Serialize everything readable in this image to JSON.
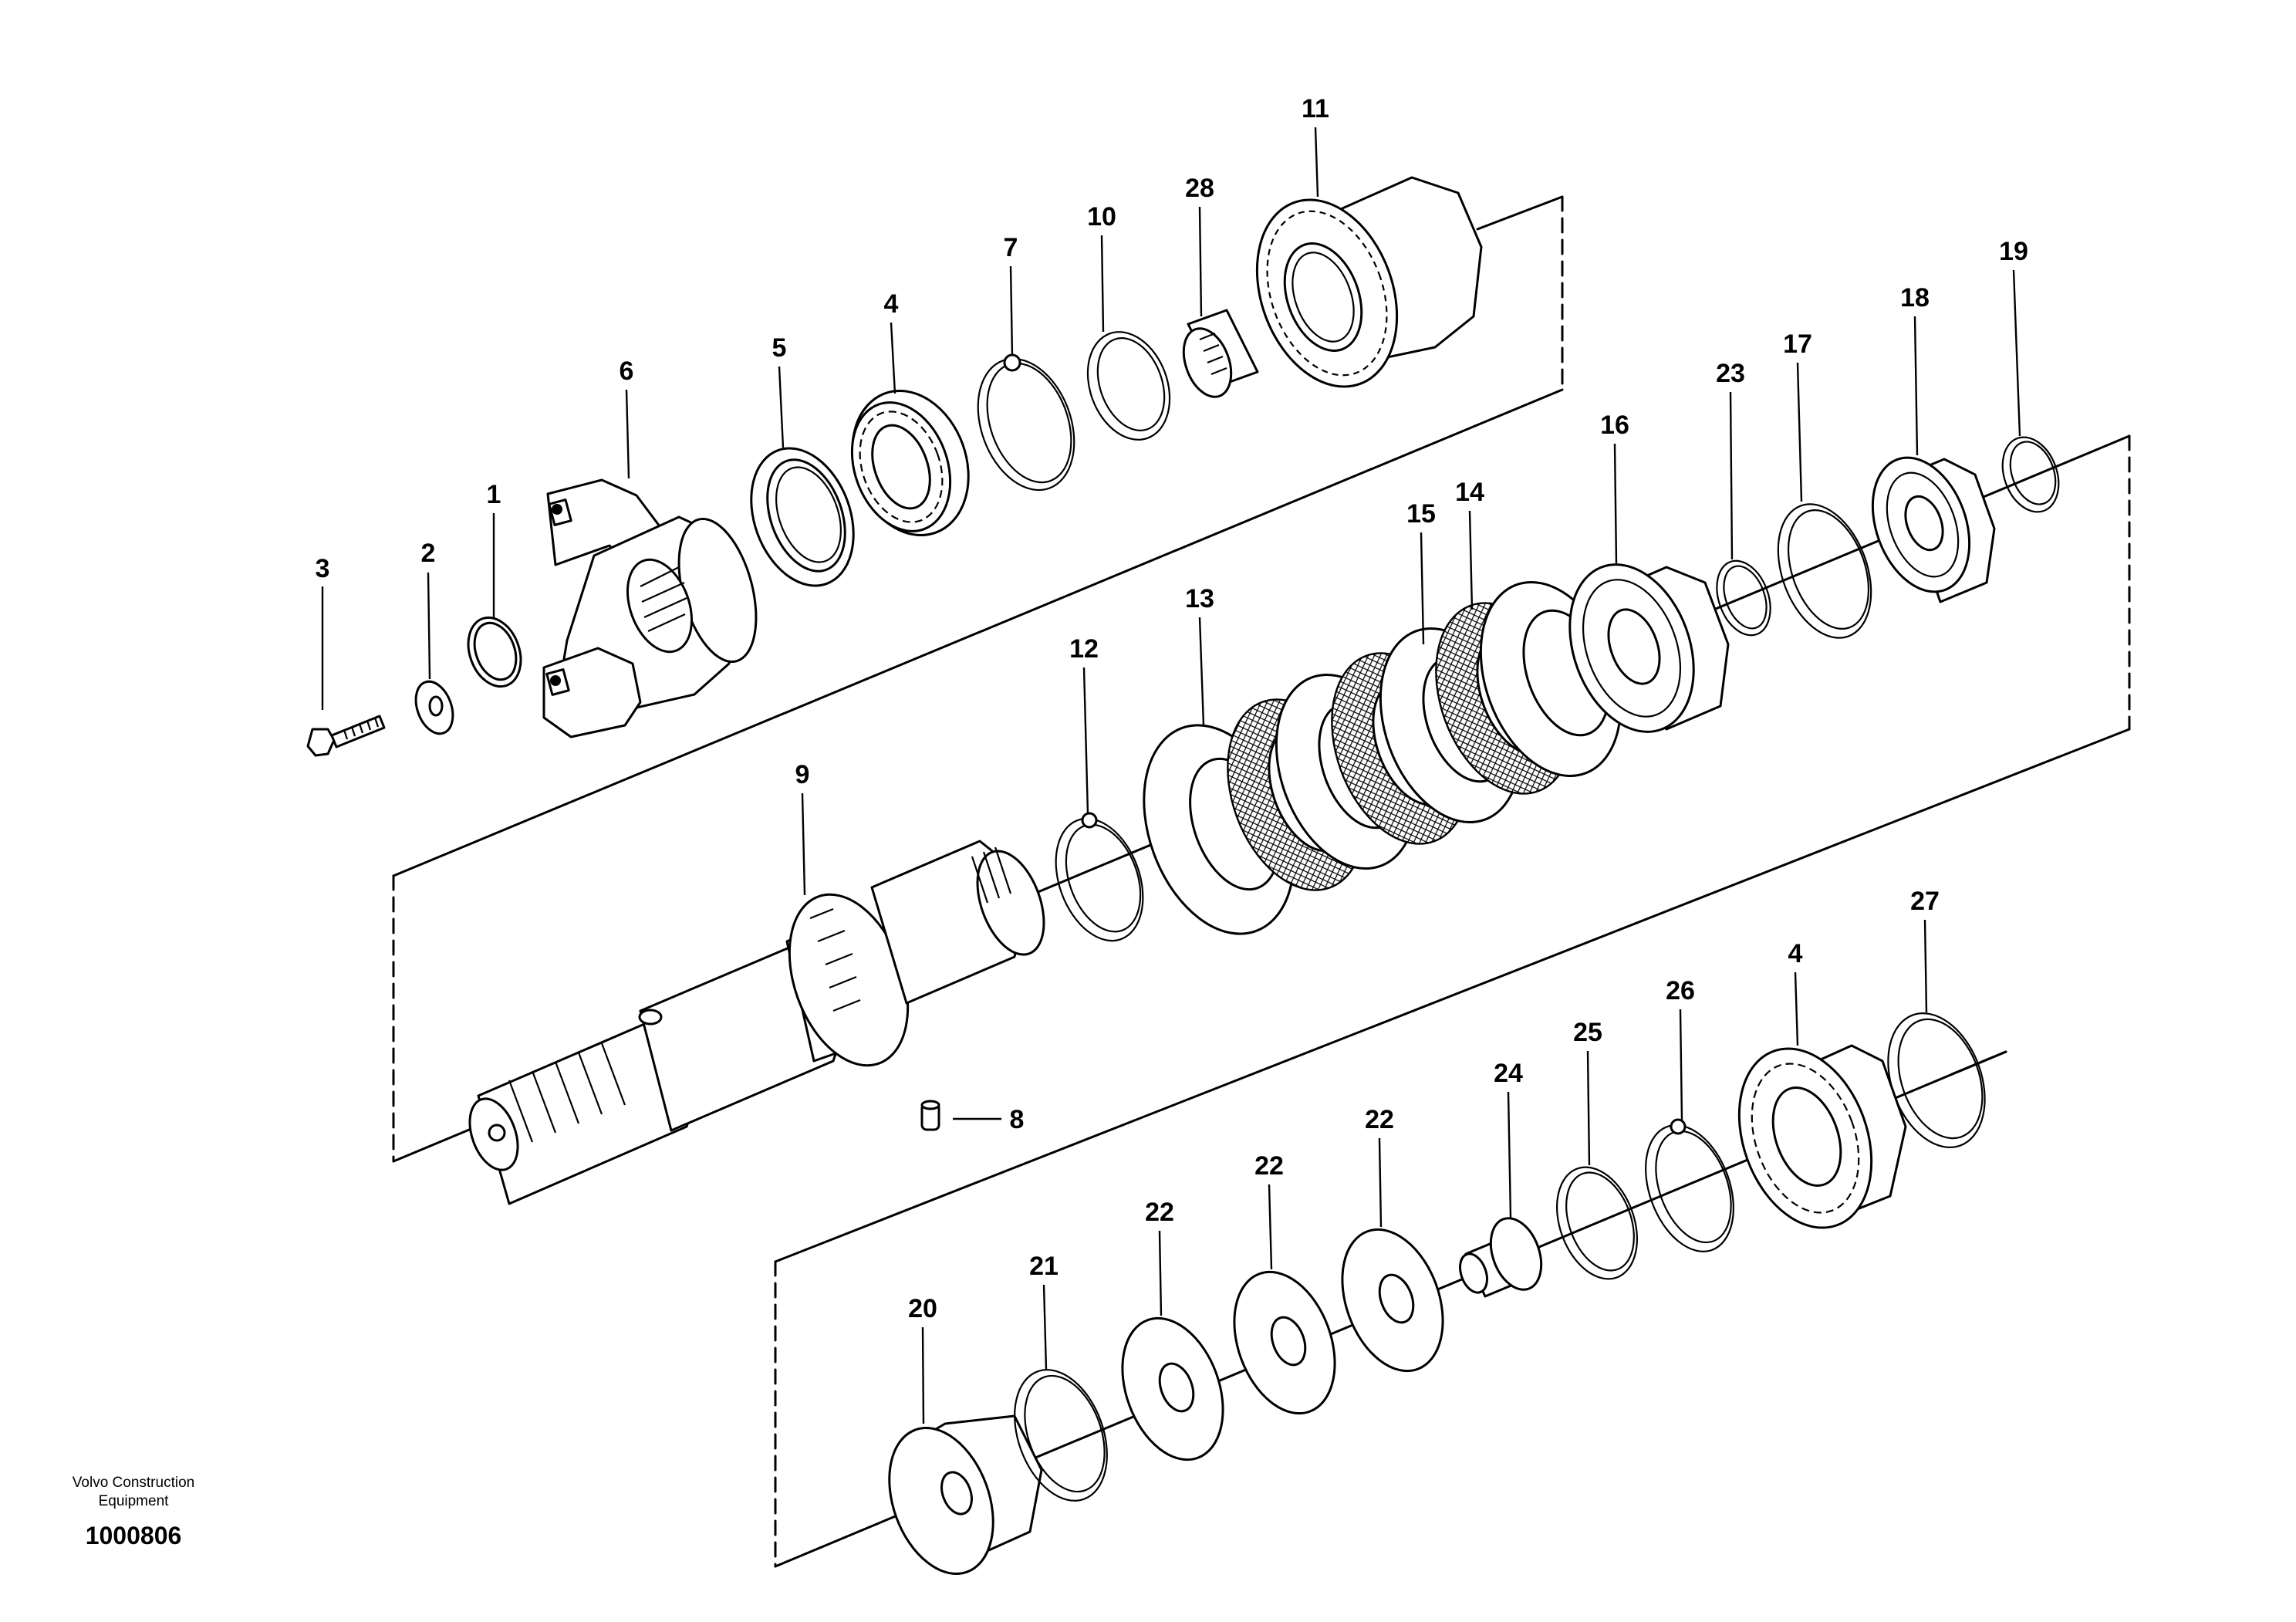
{
  "diagram": {
    "type": "exploded-parts-view",
    "callouts": [
      "1",
      "2",
      "3",
      "4",
      "5",
      "6",
      "7",
      "8",
      "9",
      "10",
      "11",
      "12",
      "13",
      "14",
      "15",
      "16",
      "17",
      "18",
      "19",
      "20",
      "21",
      "22",
      "23",
      "24",
      "25",
      "26",
      "27",
      "28"
    ]
  },
  "footer": {
    "company_line1": "Volvo Construction",
    "company_line2": "Equipment",
    "figure_number": "1000806"
  }
}
